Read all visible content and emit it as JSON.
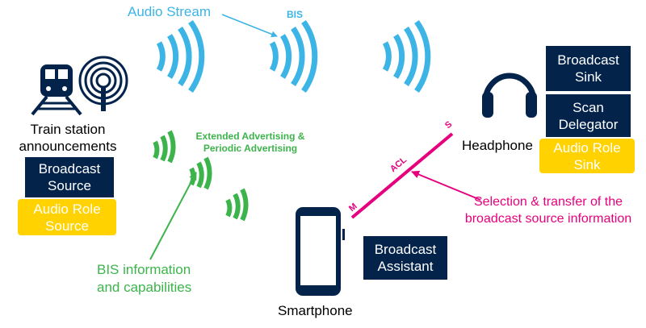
{
  "labels": {
    "audio_stream": "Audio Stream",
    "bis": "BIS",
    "extended_advertising": "Extended Advertising &\nPeriodic Advertising",
    "train_station": "Train station\nannouncements",
    "bis_info": "BIS information\nand capabilities",
    "smartphone": "Smartphone",
    "headphone": "Headphone",
    "selection_transfer": "Selection & transfer of the\nbroadcast source information",
    "acl": "ACL",
    "acl_master": "M",
    "acl_slave": "S"
  },
  "boxes": {
    "broadcast_source": "Broadcast\nSource",
    "audio_role_source": "Audio Role\nSource",
    "broadcast_sink": "Broadcast\nSink",
    "scan_delegator": "Scan\nDelegator",
    "audio_role_sink": "Audio Role\nSink",
    "broadcast_assistant": "Broadcast\nAssistant"
  },
  "colors": {
    "navy": "#03234b",
    "yellow": "#ffd200",
    "blue": "#3cb4e6",
    "green": "#3cb44b",
    "magenta": "#e6007e"
  },
  "icons": [
    "train-icon",
    "broadcast-antenna-icon",
    "headphones-icon",
    "smartphone-icon",
    "audio-wave-icon",
    "advertising-wave-icon"
  ]
}
